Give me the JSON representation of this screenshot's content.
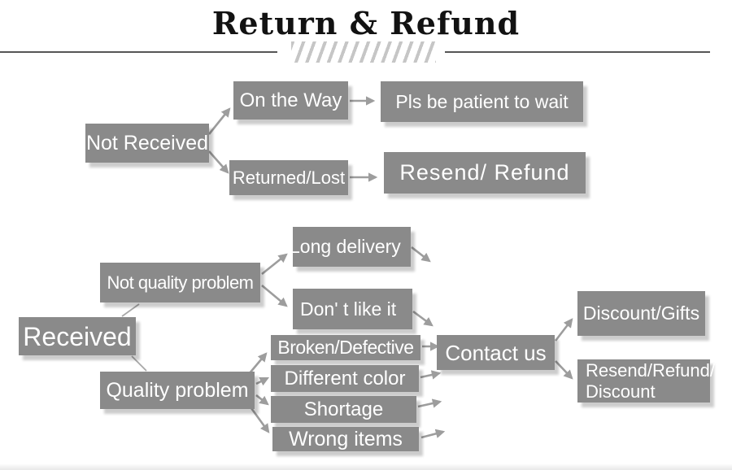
{
  "header": {
    "title": "Return & Refund"
  },
  "nodes": {
    "not_received": {
      "label": "Not Received"
    },
    "on_the_way": {
      "label": "On the Way"
    },
    "pls_wait": {
      "label": "Pls be patient to wait"
    },
    "returned_lost": {
      "label": "Returned/Lost"
    },
    "resend_refund": {
      "label": "Resend/ Refund"
    },
    "received": {
      "label": "Received"
    },
    "not_quality_problem": {
      "label": "Not quality problem"
    },
    "long_delivery": {
      "label": "Long delivery"
    },
    "dont_like_it": {
      "label": "Don' t like it"
    },
    "quality_problem": {
      "label": "Quality problem"
    },
    "broken_defective": {
      "label": "Broken/Defective"
    },
    "different_color": {
      "label": "Different color"
    },
    "shortage": {
      "label": "Shortage"
    },
    "wrong_items": {
      "label": "Wrong items"
    },
    "contact_us": {
      "label": "Contact us"
    },
    "discount_gifts": {
      "label": "Discount/Gifts"
    },
    "resend_refund_discount": {
      "label_line1": "Resend/Refund/",
      "label_line2": "Discount"
    }
  },
  "colors": {
    "box_bg": "#8a8a8a",
    "box_text": "#ffffff",
    "arrow": "#9d9d9d",
    "title_text": "#121212",
    "rule_line": "#565656",
    "hatch": "#c6c6c6"
  }
}
